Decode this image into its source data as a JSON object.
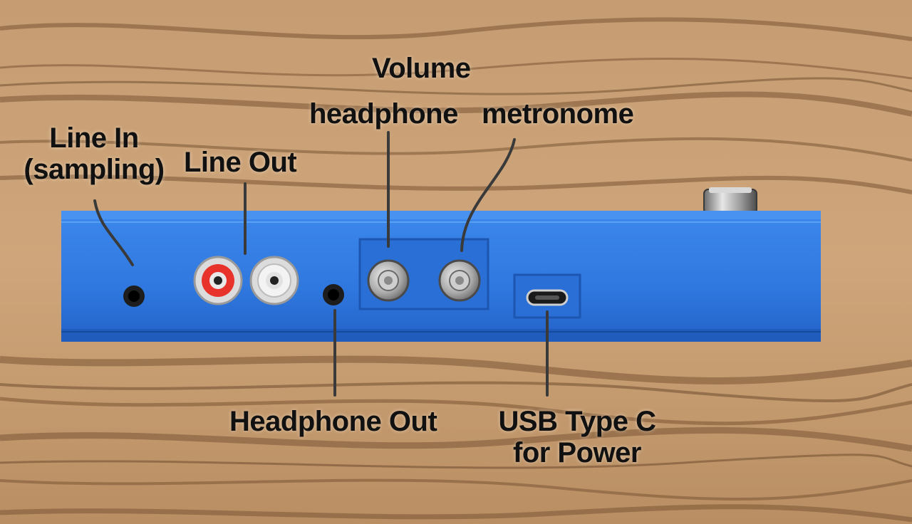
{
  "labels": {
    "line_in": [
      "Line In",
      "(sampling)"
    ],
    "line_out": "Line Out",
    "volume": "Volume",
    "headphone": "headphone",
    "metronome": "metronome",
    "headphone_out": "Headphone Out",
    "usb": [
      "USB Type C",
      "for Power"
    ]
  },
  "colors": {
    "wood_light": "#c9a27a",
    "wood_dark": "#7a5634",
    "case_blue": "#2e7ae0",
    "case_blue_dark": "#1f5fc0",
    "rca_red": "#e8322c",
    "rca_white": "#f0f0f0",
    "metal": "#b8b8b8",
    "leader_line": "#3a3a3a"
  }
}
